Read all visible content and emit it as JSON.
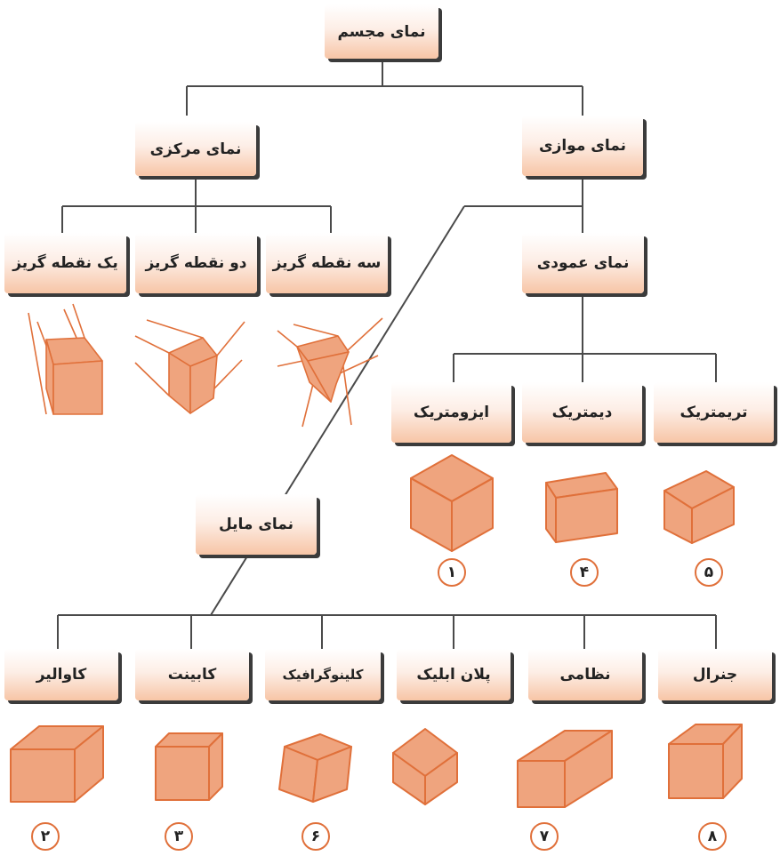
{
  "colors": {
    "fill": "#efa47e",
    "stroke": "#e0703a",
    "line": "#4a4a4a",
    "box_shadow": "#3b3b3b"
  },
  "nodes": {
    "root": "نمای مجسم",
    "parallel": "نمای موازی",
    "central": "نمای مرکزی",
    "one_point": "یک نقطه گریز",
    "two_point": "دو نقطه گریز",
    "three_point": "سه نقطه گریز",
    "orthographic": "نمای عمودی",
    "isometric": "ایزومتریک",
    "dimetric": "دیمتریک",
    "trimetric": "تریمتریک",
    "oblique": "نمای مایل",
    "cavalier": "کاوالیر",
    "cabinet": "کابینت",
    "clinographic": "کلینوگرافیک",
    "plan_oblique": "پلان ابلیک",
    "military": "نظامی",
    "general": "جنرال"
  },
  "numbers": {
    "isometric": "۱",
    "dimetric": "۴",
    "trimetric": "۵",
    "cavalier": "۲",
    "cabinet": "۳",
    "clinographic": "۶",
    "military": "۷",
    "general": "۸"
  }
}
